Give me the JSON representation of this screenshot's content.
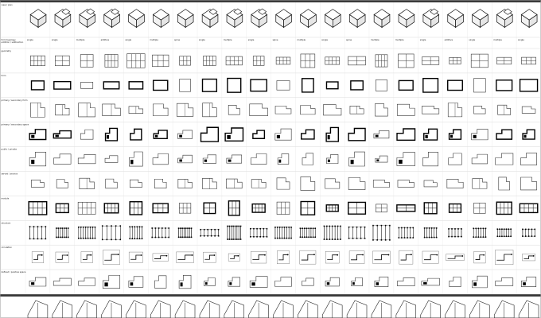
{
  "sheet": {
    "top_label": "",
    "bottom_label": ""
  },
  "rows": [
    {
      "key": "iso",
      "label": "view / plan",
      "kind": "iso",
      "thick": true
    },
    {
      "key": "typ",
      "label": "form typology\naddition / subtraction",
      "kind": "typ"
    },
    {
      "key": "geo",
      "label": "geometry",
      "kind": "grid"
    },
    {
      "key": "form",
      "label": "form",
      "kind": "rect",
      "thick": true
    },
    {
      "key": "prim",
      "label": "primary / secondary form",
      "kind": "notch"
    },
    {
      "key": "ps",
      "label": "primary / secondary space",
      "kind": "step",
      "thick": true
    },
    {
      "key": "pub",
      "label": "public / private",
      "kind": "step"
    },
    {
      "key": "serv",
      "label": "served / service",
      "kind": "notch"
    },
    {
      "key": "mod",
      "label": "module",
      "kind": "grid",
      "thick": true
    },
    {
      "key": "str",
      "label": "structure",
      "kind": "struct"
    },
    {
      "key": "circ",
      "label": "circulation",
      "kind": "circ"
    },
    {
      "key": "def",
      "label": "defined / positive space",
      "kind": "step"
    }
  ],
  "columns": [
    {
      "type": "single"
    },
    {
      "type": "single"
    },
    {
      "type": "multiple"
    },
    {
      "type": "additive"
    },
    {
      "type": "single"
    },
    {
      "type": "multiple"
    },
    {
      "type": "spine"
    },
    {
      "type": "single"
    },
    {
      "type": "multiple"
    },
    {
      "type": "single"
    },
    {
      "type": "spine"
    },
    {
      "type": "multiple"
    },
    {
      "type": "single"
    },
    {
      "type": "spine"
    },
    {
      "type": "multiple"
    },
    {
      "type": "multiple"
    },
    {
      "type": "single"
    },
    {
      "type": "additive"
    },
    {
      "type": "single"
    },
    {
      "type": "multiple"
    },
    {
      "type": "single"
    }
  ]
}
